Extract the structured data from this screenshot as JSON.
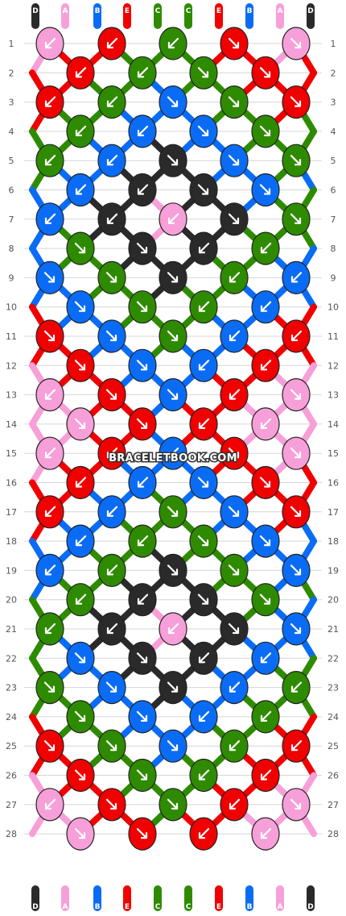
{
  "colors": {
    "D": "#2a2a2a",
    "A": "#f79fd8",
    "B": "#0a6cf5",
    "E": "#f00000",
    "C": "#2e8b00"
  },
  "strands_top": [
    "D",
    "A",
    "B",
    "E",
    "C",
    "C",
    "E",
    "B",
    "A",
    "D"
  ],
  "strands_bottom": [
    "D",
    "A",
    "B",
    "E",
    "C",
    "C",
    "E",
    "B",
    "A",
    "D"
  ],
  "rows": 28,
  "watermark": "BRACELETBOOK.COM",
  "knot_colors": [
    [
      "A",
      "E",
      "C",
      "E",
      "A"
    ],
    [
      "E",
      "C",
      "C",
      "E"
    ],
    [
      "E",
      "C",
      "B",
      "C",
      "E"
    ],
    [
      "C",
      "B",
      "B",
      "C"
    ],
    [
      "C",
      "B",
      "D",
      "B",
      "C"
    ],
    [
      "B",
      "D",
      "D",
      "B"
    ],
    [
      "B",
      "D",
      "A",
      "D",
      "C"
    ],
    [
      "C",
      "D",
      "D",
      "C"
    ],
    [
      "B",
      "C",
      "D",
      "C",
      "B"
    ],
    [
      "B",
      "C",
      "C",
      "B"
    ],
    [
      "E",
      "B",
      "C",
      "B",
      "E"
    ],
    [
      "E",
      "B",
      "B",
      "E"
    ],
    [
      "A",
      "E",
      "B",
      "E",
      "A"
    ],
    [
      "A",
      "E",
      "E",
      "A"
    ],
    [
      "A",
      "E",
      "B",
      "E",
      "A"
    ],
    [
      "E",
      "B",
      "B",
      "E"
    ],
    [
      "E",
      "B",
      "C",
      "B",
      "E"
    ],
    [
      "B",
      "C",
      "C",
      "B"
    ],
    [
      "B",
      "C",
      "D",
      "C",
      "B"
    ],
    [
      "C",
      "D",
      "D",
      "C"
    ],
    [
      "C",
      "D",
      "A",
      "D",
      "B"
    ],
    [
      "B",
      "D",
      "D",
      "B"
    ],
    [
      "C",
      "B",
      "D",
      "B",
      "C"
    ],
    [
      "C",
      "B",
      "B",
      "C"
    ],
    [
      "E",
      "C",
      "B",
      "C",
      "E"
    ],
    [
      "E",
      "C",
      "C",
      "E"
    ],
    [
      "A",
      "E",
      "C",
      "E",
      "A"
    ],
    [
      "A",
      "E",
      "E",
      "A"
    ]
  ],
  "knot_arrows": [
    [
      "sw",
      "sw",
      "sw",
      "se",
      "se"
    ],
    [
      "sw",
      "sw",
      "se",
      "se"
    ],
    [
      "sw",
      "sw",
      "se",
      "se",
      "se"
    ],
    [
      "sw",
      "sw",
      "se",
      "se"
    ],
    [
      "sw",
      "sw",
      "se",
      "se",
      "se"
    ],
    [
      "sw",
      "sw",
      "se",
      "se"
    ],
    [
      "sw",
      "sw",
      "sw",
      "se",
      "se"
    ],
    [
      "se",
      "se",
      "sw",
      "sw"
    ],
    [
      "se",
      "se",
      "se",
      "sw",
      "sw"
    ],
    [
      "se",
      "se",
      "sw",
      "sw"
    ],
    [
      "se",
      "se",
      "se",
      "sw",
      "sw"
    ],
    [
      "se",
      "se",
      "sw",
      "sw"
    ],
    [
      "sw",
      "se",
      "se",
      "sw",
      "se"
    ],
    [
      "se",
      "se",
      "sw",
      "sw"
    ],
    [
      "sw",
      "sw",
      "sw",
      "se",
      "se"
    ],
    [
      "sw",
      "sw",
      "se",
      "se"
    ],
    [
      "sw",
      "sw",
      "se",
      "se",
      "se"
    ],
    [
      "sw",
      "sw",
      "se",
      "se"
    ],
    [
      "sw",
      "sw",
      "se",
      "se",
      "se"
    ],
    [
      "sw",
      "sw",
      "se",
      "se"
    ],
    [
      "sw",
      "sw",
      "sw",
      "se",
      "se"
    ],
    [
      "se",
      "se",
      "sw",
      "sw"
    ],
    [
      "se",
      "se",
      "se",
      "sw",
      "sw"
    ],
    [
      "se",
      "se",
      "sw",
      "sw"
    ],
    [
      "se",
      "se",
      "se",
      "sw",
      "sw"
    ],
    [
      "se",
      "se",
      "sw",
      "sw"
    ],
    [
      "sw",
      "se",
      "se",
      "sw",
      "se"
    ],
    [
      "se",
      "se",
      "sw",
      "sw"
    ]
  ]
}
